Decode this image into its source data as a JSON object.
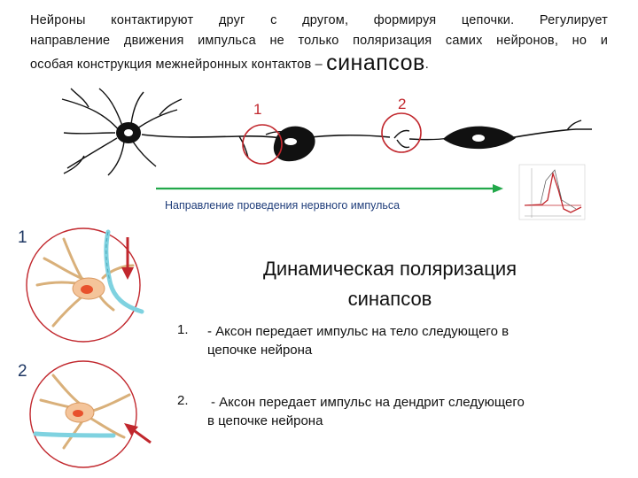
{
  "intro": {
    "line1": "Нейроны контактируют друг с другом, формируя цепочки. Регулирует",
    "line2": "направление движения импульса не только поляризация самих нейронов, но и",
    "line3_prefix": "особая конструкция межнейронных контактов – ",
    "line3_emphasis": "синапсов",
    "line3_suffix": "."
  },
  "diagram": {
    "marker_1": "1",
    "marker_2": "2",
    "arrow_caption": "Направление проведения нервного импульса",
    "arrow_color": "#22a84a",
    "circle_color": "#c1272d"
  },
  "side_markers": {
    "first": "1",
    "second": "2"
  },
  "heading": {
    "line1": "Динамическая поляризация",
    "line2": "синапсов"
  },
  "list": [
    {
      "num": "1.",
      "text_line1": "- Аксон передает импульс на тело следующего в",
      "text_line2": "цепочке нейрона"
    },
    {
      "num": "2.",
      "text_line1": "- Аксон передает импульс на дендрит следующего",
      "text_line2": "в цепочке нейрона"
    }
  ]
}
